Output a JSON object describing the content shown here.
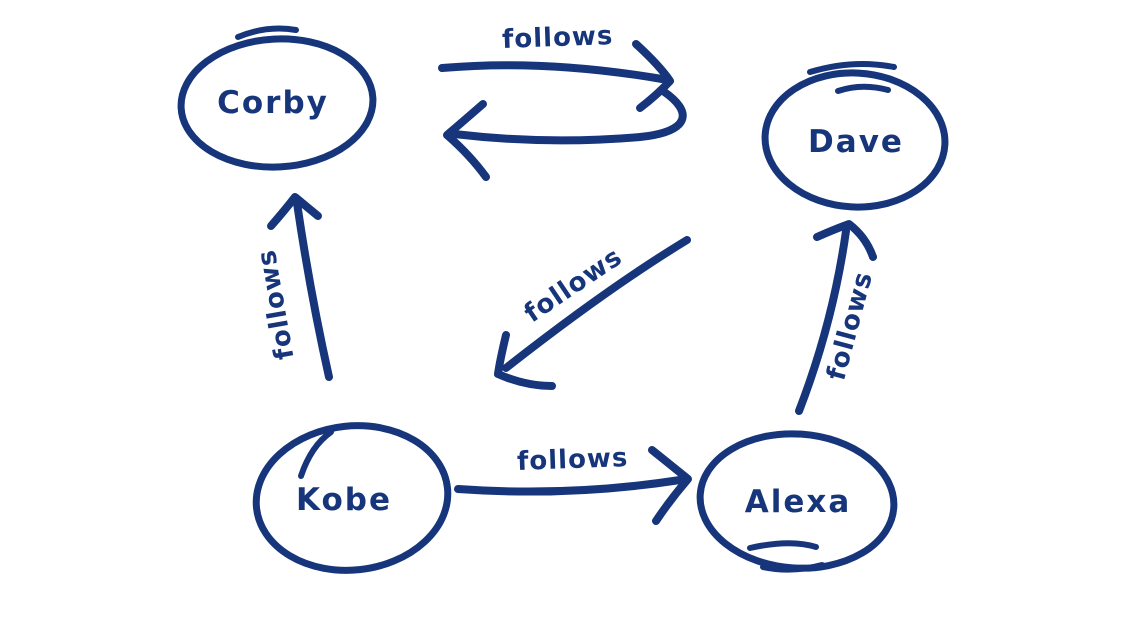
{
  "diagram": {
    "type": "directed-graph",
    "colors": {
      "ink": "#16357b",
      "background": "#ffffff"
    },
    "nodes": [
      {
        "id": "corby",
        "label": "Corby",
        "position": "top-left"
      },
      {
        "id": "dave",
        "label": "Dave",
        "position": "top-right"
      },
      {
        "id": "kobe",
        "label": "Kobe",
        "position": "bottom-left"
      },
      {
        "id": "alexa",
        "label": "Alexa",
        "position": "bottom-right"
      }
    ],
    "edges": [
      {
        "from": "Corby",
        "to": "Dave",
        "label": "follows"
      },
      {
        "from": "Dave",
        "to": "Corby",
        "label": ""
      },
      {
        "from": "Dave",
        "to": "Kobe",
        "label": "follows"
      },
      {
        "from": "Kobe",
        "to": "Corby",
        "label": "follows"
      },
      {
        "from": "Kobe",
        "to": "Alexa",
        "label": "follows"
      },
      {
        "from": "Alexa",
        "to": "Dave",
        "label": "follows"
      }
    ]
  }
}
